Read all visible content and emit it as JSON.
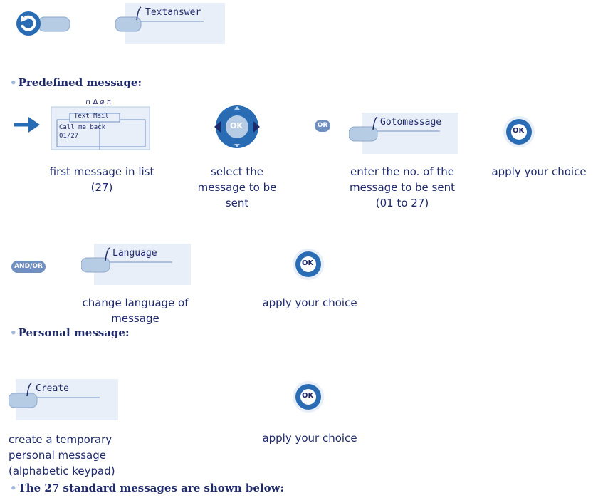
{
  "colors": {
    "text": "#1f2a6b",
    "accent": "#2a6cb4",
    "button_fill": "#b6cce4",
    "display_fill": "#e8eff8",
    "badge": "#6f8fc0"
  },
  "top_keys": {
    "back_icon": "back-arrow-icon",
    "softkey_label": "Textanswer"
  },
  "predefined": {
    "heading": "Predefined message:",
    "screen": {
      "status_icons": "∩ Δ ⌀ ¤",
      "tab_label": "Text Mail",
      "line1": "Call me back",
      "line2": "01/27"
    },
    "screen_caption": "first message in list (27)",
    "navigator_ok": "OK",
    "navigator_caption": "select the message to be sent",
    "or_badge": "OR",
    "goto_key_label": "Gotomessage",
    "goto_caption": "enter the no. of the message to be sent (01 to 27)",
    "ok_label": "OK",
    "apply_caption": "apply your choice"
  },
  "language": {
    "andor_badge": "AND/OR",
    "key_label": "Language",
    "caption": "change language of message",
    "ok_label": "OK",
    "apply_caption": "apply your choice"
  },
  "personal": {
    "heading": "Personal message:",
    "key_label": "Create",
    "caption": "create a temporary personal message (alphabetic keypad)",
    "ok_label": "OK",
    "apply_caption": "apply your choice"
  },
  "standard": {
    "heading": "The 27 standard messages are shown below:"
  }
}
